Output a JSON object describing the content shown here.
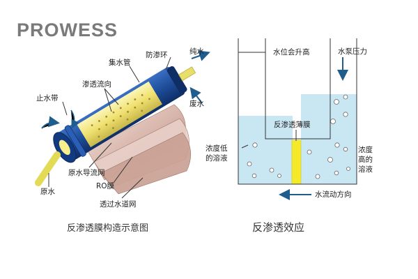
{
  "brand": "PROWESS",
  "left_diagram": {
    "caption": "反渗透膜构造示意图",
    "labels": {
      "anti_seep_ring": "防渗环",
      "pure_water": "纯水",
      "collector_pipe": "集水管",
      "permeate_flow": "渗透流向",
      "waste_water": "废水",
      "water_stop_band": "止水带",
      "raw_water_guide_net": "原水导流网",
      "ro_membrane": "RO膜",
      "raw_water": "原水",
      "permeate_channel_net": "透过水道网"
    }
  },
  "right_diagram": {
    "caption": "反渗透效应",
    "labels": {
      "water_level_rise": "水位会升高",
      "pump_pressure": "水泵压力",
      "ro_film": "反渗透薄膜",
      "low_conc_line1": "浓度低",
      "low_conc_line2": "的溶液",
      "high_conc_line1": "浓度",
      "high_conc_line2": "高的",
      "high_conc_line3": "溶液",
      "flow_direction": "水流动方向"
    }
  },
  "colors": {
    "water": "#c9e6f3",
    "membrane": "#f5ea2a",
    "arrow": "#1f5d8c",
    "tube_blue": "#1e4d99",
    "core_yellow": "#f6ef8c"
  }
}
